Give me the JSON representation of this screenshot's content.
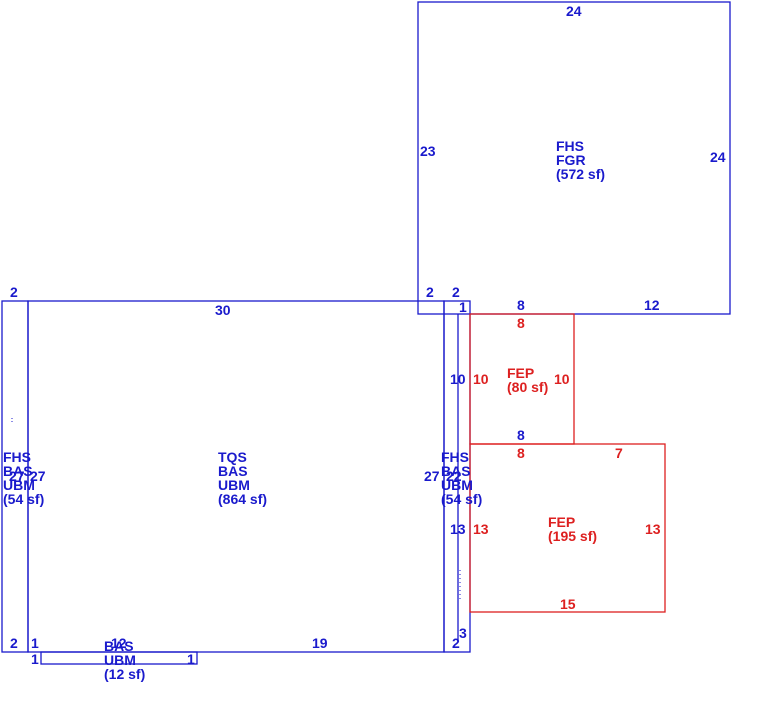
{
  "colors": {
    "living": "#1a1acc",
    "porch": "#dd2020"
  },
  "areas": {
    "main": {
      "lines": [
        "TQS",
        "BAS",
        "UBM",
        "(864 sf)"
      ]
    },
    "left_strip": {
      "lines": [
        "FHS",
        "BAS",
        "UBM",
        "(54 sf)"
      ]
    },
    "right_strip": {
      "lines": [
        "FHS",
        "BAS",
        "UBM",
        "(54 sf)"
      ]
    },
    "bottom_strip": {
      "lines": [
        "BAS",
        "UBM",
        "(12 sf)"
      ]
    },
    "garage": {
      "lines": [
        "FHS",
        "FGR",
        "(572 sf)"
      ]
    },
    "porch_small": {
      "lines": [
        "FEP",
        "(80 sf)"
      ]
    },
    "porch_large": {
      "lines": [
        "FEP",
        "(195 sf)"
      ]
    }
  },
  "dims": {
    "garage_top": "24",
    "garage_left": "23",
    "garage_right": "24",
    "garage_bottom_left": "2",
    "garage_bottom_mid": "2",
    "garage_bottom_8": "8",
    "garage_bottom_12": "12",
    "main_top": "30",
    "left_top": "2",
    "left_side": "27",
    "left_side_b": "27",
    "right_strip_top": "1",
    "right_strip_side": "22",
    "main_right": "27",
    "right_10": "10",
    "right_13": "13",
    "bottom_left_2": "2",
    "bottom_1a": "1",
    "bottom_1b": "1",
    "bottom_1c": "1",
    "bottom_12": "12",
    "bottom_19": "19",
    "bottom_right_2": "2",
    "bottom_right_3": "3",
    "fep1_top": "8",
    "fep1_left": "10",
    "fep1_right": "10",
    "fep1_bottom": "8",
    "fep2_top_8": "8",
    "fep2_top_7": "7",
    "fep2_left": "13",
    "fep2_right": "13",
    "fep2_bottom": "15"
  }
}
